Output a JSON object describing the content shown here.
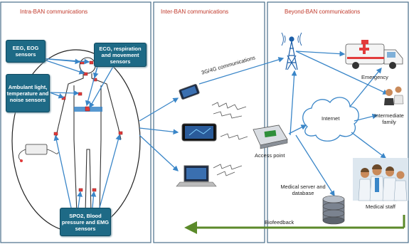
{
  "panels": {
    "intra": {
      "title": "Intra-BAN communications"
    },
    "inter": {
      "title": "Inter-BAN communications"
    },
    "beyond": {
      "title": "Beyond-BAN communications"
    }
  },
  "sensors": {
    "eeg": "EEG, EOG sensors",
    "ecg": "ECG, respiration and movement sensors",
    "ambient": "Ambulant light, temperature and noise sensors",
    "spo2": "SPO2, Blood pressure and EMG sensors"
  },
  "labels": {
    "cellular": "3G/4G communications",
    "access_point": "Access point",
    "internet": "Internet",
    "emergency": "Emergency",
    "family": "Intermediate family",
    "server": "Medical server and database",
    "staff": "Medical staff",
    "biofeedback": "Biofeedback"
  },
  "colors": {
    "panel_border": "#4a6f8a",
    "panel_title": "#c0392b",
    "sensor_box": "#1e6a86",
    "link_arrow": "#3a86c8",
    "sensor_dot": "#e23b3b",
    "feedback_arrow": "#5b8a2a"
  }
}
